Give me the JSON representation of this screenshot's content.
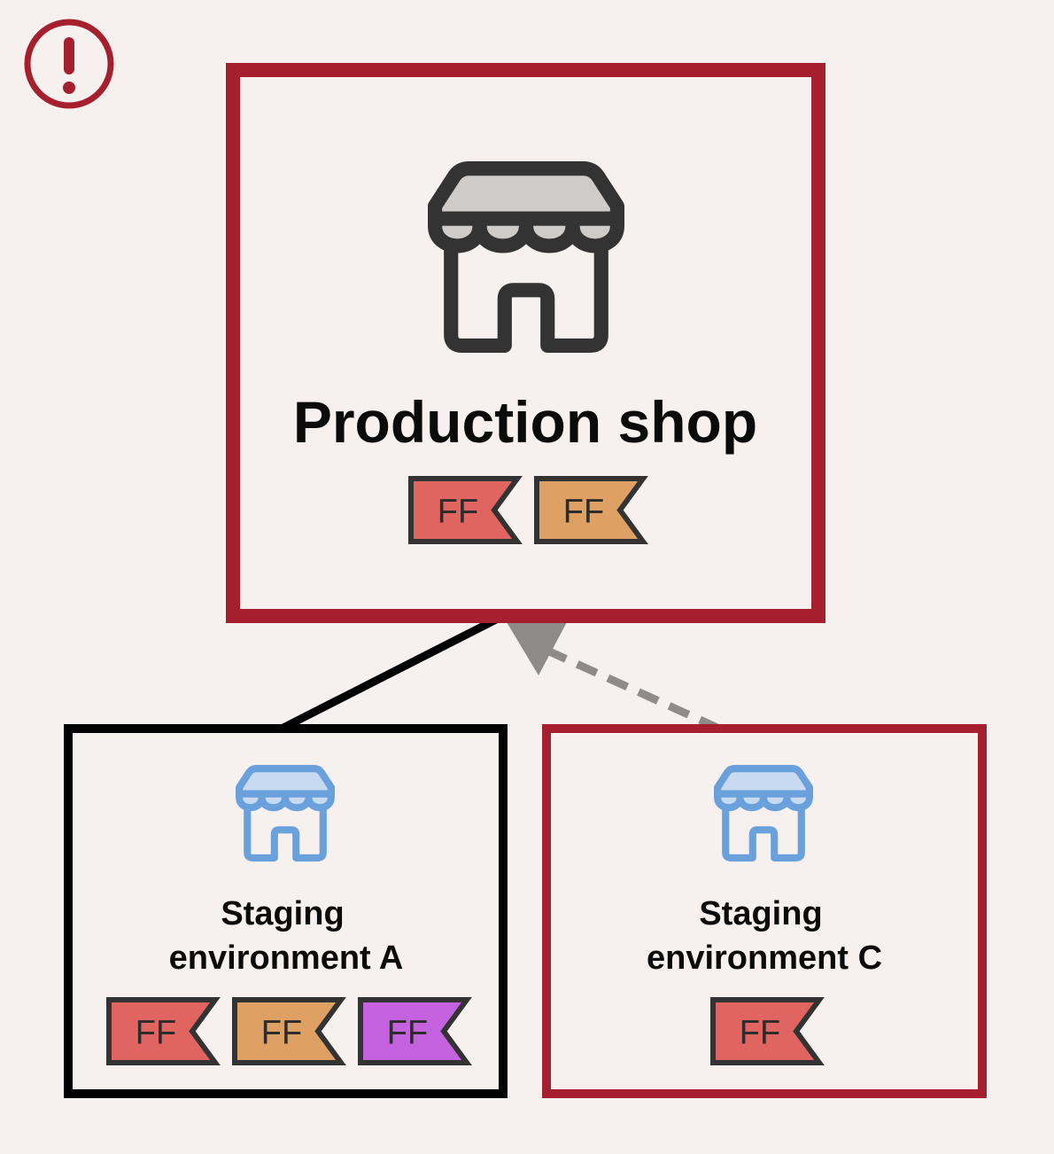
{
  "alert": {
    "icon": "exclamation-circle-icon",
    "color": "#a51f2e"
  },
  "colors": {
    "background": "#f6f1ef",
    "alert_border": "#a51f2e",
    "neutral_border": "#000000",
    "icon_dark": "#333333",
    "icon_dark_awning": "#cfcbc8",
    "icon_blue": "#6aa1dd",
    "icon_blue_awning": "#c8daf0",
    "connector_dashed": "#8f8b89"
  },
  "flag_colors": {
    "red": "#e06560",
    "orange": "#dfa064",
    "purple": "#c462e0"
  },
  "nodes": {
    "production": {
      "title": "Production shop",
      "icon": "storefront-icon",
      "flags": [
        {
          "label": "FF",
          "color": "red"
        },
        {
          "label": "FF",
          "color": "orange"
        }
      ]
    },
    "staging_a": {
      "title_lines": [
        "Staging",
        "environment A"
      ],
      "icon": "storefront-icon",
      "flags": [
        {
          "label": "FF",
          "color": "red"
        },
        {
          "label": "FF",
          "color": "orange"
        },
        {
          "label": "FF",
          "color": "purple"
        }
      ]
    },
    "staging_c": {
      "title_lines": [
        "Staging",
        "environment C"
      ],
      "icon": "storefront-icon",
      "flags": [
        {
          "label": "FF",
          "color": "red"
        }
      ]
    }
  }
}
